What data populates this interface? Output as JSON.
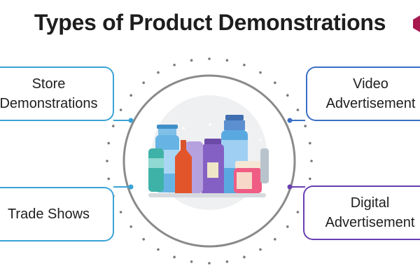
{
  "title": "Types of Product Demonstrations",
  "nodes": {
    "top_left": {
      "label_line1": "Store",
      "label_line2": "Demonstrations",
      "color": "#3aa3d6"
    },
    "bottom_left": {
      "label_line1": "Trade Shows",
      "color": "#3aa3d6"
    },
    "top_right": {
      "label_line1": "Video",
      "label_line2": "Advertisement",
      "color": "#3b6fc4"
    },
    "bottom_right": {
      "label_line1": "Digital",
      "label_line2": "Advertisement",
      "color": "#6a3fb0"
    }
  },
  "center": {
    "image": "cosmetic-products-illustration",
    "ring_color": "#8a8a8a"
  },
  "logo": {
    "icon": "hexagon-logo-icon",
    "color": "#a8194f"
  }
}
